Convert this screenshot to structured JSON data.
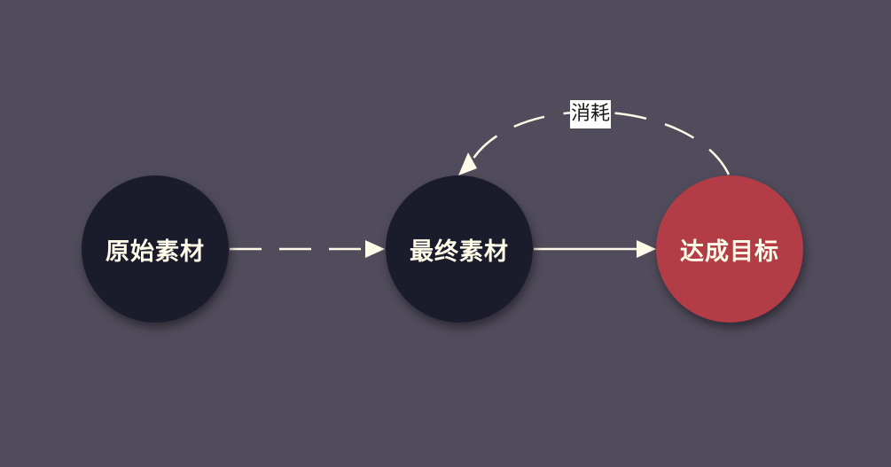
{
  "diagram": {
    "colors": {
      "background": "#514c5b",
      "node_dark": "#1a1c2c",
      "node_accent": "#b33d47",
      "text": "#fffbe8",
      "edge": "#fffbe8"
    },
    "nodes": [
      {
        "id": "raw-material",
        "label": "原始素材",
        "color": "#1a1c2c"
      },
      {
        "id": "final-material",
        "label": "最终素材",
        "color": "#1a1c2c"
      },
      {
        "id": "goal",
        "label": "达成目标",
        "color": "#b33d47"
      }
    ],
    "edges": [
      {
        "from": "raw-material",
        "to": "final-material",
        "style": "dashed",
        "label": ""
      },
      {
        "from": "final-material",
        "to": "goal",
        "style": "solid",
        "label": ""
      },
      {
        "from": "goal",
        "to": "final-material",
        "style": "dashed",
        "label": "消耗"
      }
    ]
  }
}
